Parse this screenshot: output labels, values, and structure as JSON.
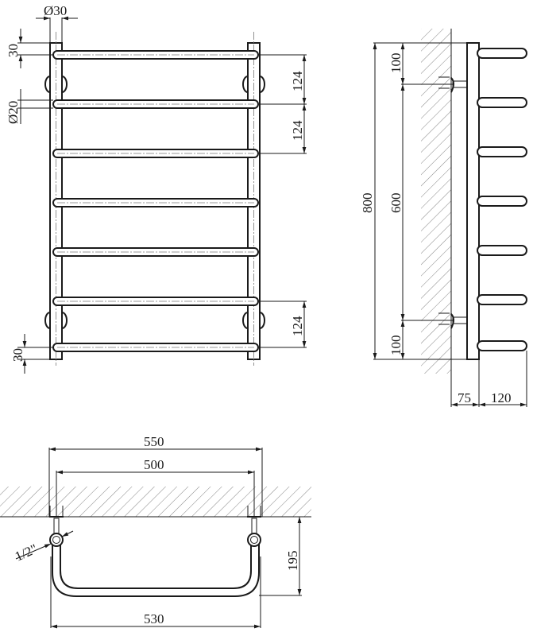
{
  "drawing": {
    "title": "Towel rail technical drawing",
    "views": [
      "front",
      "side",
      "top"
    ]
  },
  "front_view": {
    "rung_count": 7,
    "dims": {
      "post_diameter": "Ø30",
      "rung_diameter": "Ø20",
      "top_offset": "30",
      "bottom_offset": "30",
      "rung_spacing_1": "124",
      "rung_spacing_2": "124",
      "rung_spacing_bottom": "124"
    }
  },
  "side_view": {
    "dims": {
      "total_height": "800",
      "mount_spacing": "600",
      "top_mount_offset": "100",
      "bottom_mount_offset": "100",
      "wall_gap": "75",
      "depth": "120"
    }
  },
  "top_view": {
    "dims": {
      "overall_width": "550",
      "center_distance": "500",
      "tube_width": "530",
      "projection": "195",
      "connection": "1/2\""
    }
  }
}
